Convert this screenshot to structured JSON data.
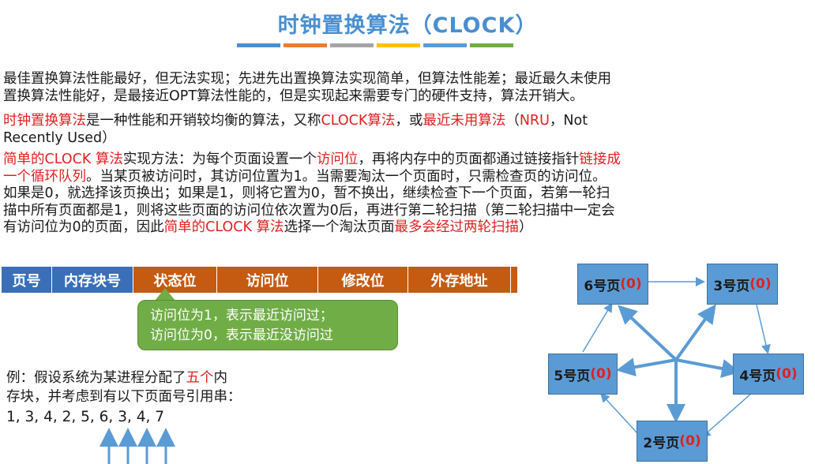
{
  "title": "时钟置换算法（CLOCK）",
  "title_bar_colors": [
    "#4a8fd0",
    "#ed7d31",
    "#a5a5a5",
    "#ffc000",
    "#5b9bd5",
    "#70ad47"
  ],
  "paragraphs": {
    "p1_line1": "最佳置换算法性能最好，但无法实现；先进先出置换算法实现简单，但算法性能差；最近最久未使用",
    "p1_line2": "置换算法性能好，是最接近OPT算法性能的，但是实现起来需要专门的硬件支持，算法开销大。",
    "p2_a": "时钟置换算法",
    "p2_b": "是一种性能和开销较均衡的算法，又称",
    "p2_c": "CLOCK算法",
    "p2_d": "，或",
    "p2_e": "最近未用算法",
    "p2_f": "（",
    "p2_g": "NRU",
    "p2_h": "，Not",
    "p2_line2": "Recently Used）",
    "p3_a": "简单的CLOCK 算法",
    "p3_b": "实现方法：为每个页面设置一个",
    "p3_c": "访问位",
    "p3_d": "，再将内存中的页面都通过链接指针",
    "p3_e": "链接成",
    "p3_f": "一个循环队列",
    "p3_g": "。当某页被访问时，其访问位置为1。当需要淘汰一个页面时，只需检查页的访问位。",
    "p3_line3": "如果是0，就选择该页换出；如果是1，则将它置为0，暂不换出，继续检查下一个页面，若第一轮扫",
    "p3_line4": "描中所有页面都是1，则将这些页面的访问位依次置为0后，再进行第二轮扫描（第二轮扫描中一定会",
    "p3_line5_a": "有访问位为0的页面，因此",
    "p3_line5_b": "简单的CLOCK 算法",
    "p3_line5_c": "选择一个淘汰页面",
    "p3_line5_d": "最多会经过两轮扫描",
    "p3_line5_e": "）"
  },
  "page_table_columns": [
    "页号",
    "内存块号",
    "状态位",
    "访问位",
    "修改位",
    "外存地址"
  ],
  "tooltip": {
    "line1": "访问位为1，表示最近访问过；",
    "line2": "访问位为0，表示最近没访问过"
  },
  "example": {
    "a": "例：假设系统为某进程分配了",
    "b": "五个",
    "c": "内",
    "line2": "存块，并考虑到有以下页面号引用串：",
    "sequence": "1, 3, 4, 2, 5, 6, 3, 4, 7"
  },
  "clock_nodes": [
    {
      "id": "n1",
      "label": "6号页",
      "bit": "(0)"
    },
    {
      "id": "n3",
      "label": "3号页",
      "bit": "(0)"
    },
    {
      "id": "n4",
      "label": "4号页",
      "bit": "(0)"
    },
    {
      "id": "n2",
      "label": "2号页",
      "bit": "(0)"
    },
    {
      "id": "n5",
      "label": "5号页",
      "bit": "(0)"
    }
  ],
  "colors": {
    "title": "#4a8fd0",
    "highlight_red": "#e02020",
    "table_blue": "#3a6fb7",
    "table_orange": "#c55a11",
    "tooltip_green": "#70ad47",
    "node_blue": "#5b9bd5",
    "arrow_blue": "#5b9bd5"
  }
}
